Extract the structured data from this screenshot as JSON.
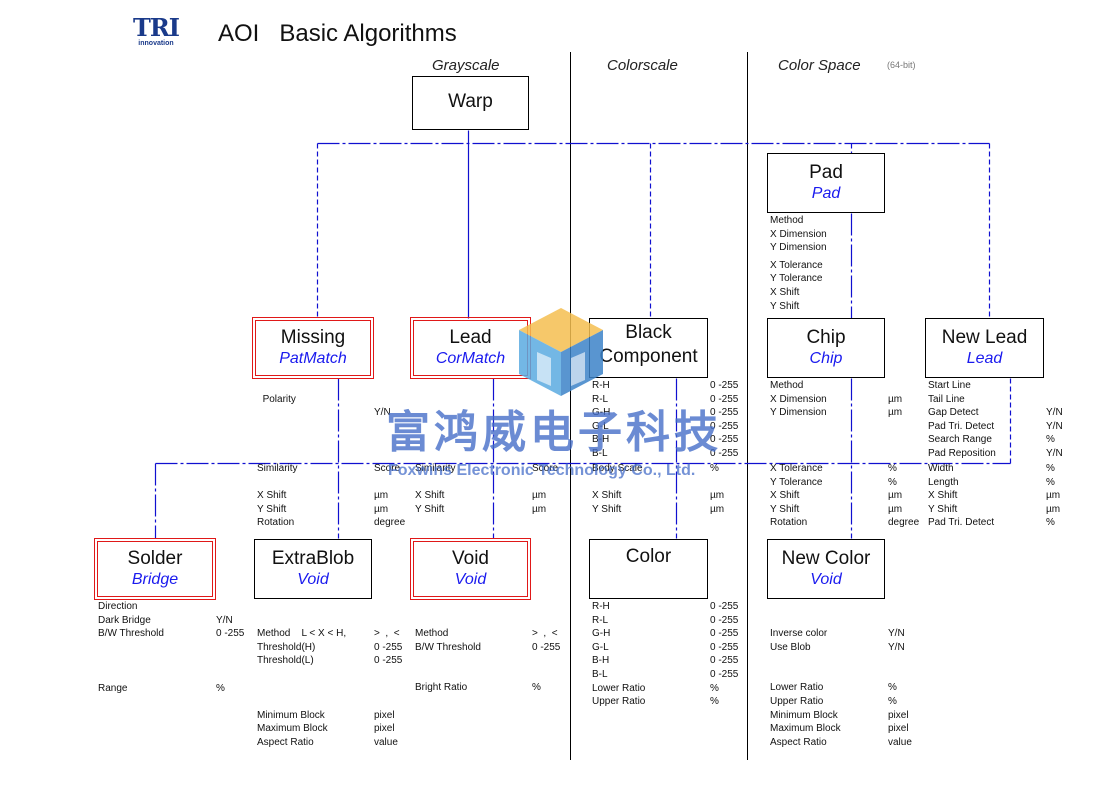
{
  "header": {
    "logo_mark": "TRI",
    "logo_sub": "innovation",
    "title": "AOI   Basic Algorithms"
  },
  "columns": [
    {
      "label": "Grayscale",
      "note": ""
    },
    {
      "label": "Colorscale",
      "note": ""
    },
    {
      "label": "Color Space",
      "note": "(64-bit)"
    }
  ],
  "boxes": {
    "warp": {
      "main": "Warp",
      "sub": ""
    },
    "pad": {
      "main": "Pad",
      "sub": "Pad"
    },
    "missing": {
      "main": "Missing",
      "sub": "PatMatch"
    },
    "lead": {
      "main": "Lead",
      "sub": "CorMatch"
    },
    "black": {
      "main": "Black\nComponent",
      "sub": ""
    },
    "chip": {
      "main": "Chip",
      "sub": "Chip"
    },
    "newlead": {
      "main": "New Lead",
      "sub": "Lead"
    },
    "solder": {
      "main": "Solder",
      "sub": "Bridge"
    },
    "extrablob": {
      "main": "ExtraBlob",
      "sub": "Void"
    },
    "void": {
      "main": "Void",
      "sub": "Void"
    },
    "color": {
      "main": "Color",
      "sub": ""
    },
    "newcolor": {
      "main": "New Color",
      "sub": "Void"
    }
  },
  "params": {
    "pad": [
      "Method",
      "X Dimension",
      "Y Dimension",
      "",
      "X Tolerance",
      "Y Tolerance",
      "X Shift",
      "Y Shift"
    ],
    "missing_top": {
      "label": "Polarity",
      "value": "Y/N"
    },
    "black_channels": [
      {
        "label": "R-H",
        "value": "0 -255"
      },
      {
        "label": "R-L",
        "value": "0 -255"
      },
      {
        "label": "G-H",
        "value": "0 -255"
      },
      {
        "label": "G-L",
        "value": "0 -255"
      },
      {
        "label": "B-H",
        "value": "0 -255"
      },
      {
        "label": "B-L",
        "value": "0 -255"
      }
    ],
    "chip_top": [
      {
        "label": "Method",
        "value": ""
      },
      {
        "label": "X Dimension",
        "value": "µm"
      },
      {
        "label": "Y Dimension",
        "value": "µm"
      }
    ],
    "newlead_top": [
      {
        "label": "Start Line",
        "value": ""
      },
      {
        "label": "Tail Line",
        "value": ""
      },
      {
        "label": "Gap Detect",
        "value": "Y/N"
      },
      {
        "label": "Pad Tri. Detect",
        "value": "Y/N"
      },
      {
        "label": "Search Range",
        "value": "%"
      },
      {
        "label": "Pad Reposition",
        "value": "Y/N"
      }
    ],
    "missing_bottom": [
      {
        "label": "Similarity",
        "value": "Score"
      },
      {
        "label": "",
        "value": ""
      },
      {
        "label": "X Shift",
        "value": "µm"
      },
      {
        "label": "Y Shift",
        "value": "µm"
      },
      {
        "label": "Rotation",
        "value": "degree"
      }
    ],
    "lead_bottom": [
      {
        "label": "Similarity",
        "value": "Score"
      },
      {
        "label": "",
        "value": ""
      },
      {
        "label": "X Shift",
        "value": "µm"
      },
      {
        "label": "Y Shift",
        "value": "µm"
      }
    ],
    "black_bottom": [
      {
        "label": "Body Scale",
        "value": "%"
      },
      {
        "label": "",
        "value": ""
      },
      {
        "label": "X Shift",
        "value": "µm"
      },
      {
        "label": "Y Shift",
        "value": "µm"
      }
    ],
    "chip_bottom": [
      {
        "label": "X Tolerance",
        "value": "%"
      },
      {
        "label": "Y Tolerance",
        "value": "%"
      },
      {
        "label": "X Shift",
        "value": "µm"
      },
      {
        "label": "Y Shift",
        "value": "µm"
      },
      {
        "label": "Rotation",
        "value": "degree"
      }
    ],
    "newlead_bottom": [
      {
        "label": "Width",
        "value": "%"
      },
      {
        "label": "Length",
        "value": "%"
      },
      {
        "label": "X Shift",
        "value": "µm"
      },
      {
        "label": "Y Shift",
        "value": "µm"
      },
      {
        "label": "Pad Tri. Detect",
        "value": "%"
      }
    ],
    "solder": [
      {
        "label": "Direction",
        "value": ""
      },
      {
        "label": "Dark Bridge",
        "value": "Y/N"
      },
      {
        "label": "B/W Threshold",
        "value": "0 -255"
      },
      {
        "label": "",
        "value": ""
      },
      {
        "label": "",
        "value": ""
      },
      {
        "label": "",
        "value": ""
      },
      {
        "label": "Range",
        "value": "%"
      }
    ],
    "extrablob": [
      {
        "label": "Method    L < X < H,",
        "value": ">  ,  <"
      },
      {
        "label": "Threshold(H)",
        "value": "0 -255"
      },
      {
        "label": "Threshold(L)",
        "value": "0 -255"
      },
      {
        "label": "",
        "value": ""
      },
      {
        "label": "",
        "value": ""
      },
      {
        "label": "",
        "value": ""
      },
      {
        "label": "Minimum Block",
        "value": "pixel"
      },
      {
        "label": "Maximum Block",
        "value": "pixel"
      },
      {
        "label": "Aspect Ratio",
        "value": "value"
      }
    ],
    "void": [
      {
        "label": "Method",
        "value": ">  ,  <"
      },
      {
        "label": "B/W Threshold",
        "value": "0 -255"
      },
      {
        "label": "",
        "value": ""
      },
      {
        "label": "",
        "value": ""
      },
      {
        "label": "Bright Ratio",
        "value": "%"
      }
    ],
    "color": [
      {
        "label": "R-H",
        "value": "0 -255"
      },
      {
        "label": "R-L",
        "value": "0 -255"
      },
      {
        "label": "G-H",
        "value": "0 -255"
      },
      {
        "label": "G-L",
        "value": "0 -255"
      },
      {
        "label": "B-H",
        "value": "0 -255"
      },
      {
        "label": "B-L",
        "value": "0 -255"
      },
      {
        "label": "Lower Ratio",
        "value": "%"
      },
      {
        "label": "Upper Ratio",
        "value": "%"
      }
    ],
    "newcolor": [
      {
        "label": "Inverse color",
        "value": "Y/N"
      },
      {
        "label": "Use Blob",
        "value": "Y/N"
      },
      {
        "label": "",
        "value": ""
      },
      {
        "label": "",
        "value": ""
      },
      {
        "label": "Lower Ratio",
        "value": "%"
      },
      {
        "label": "Upper Ratio",
        "value": "%"
      },
      {
        "label": "Minimum Block",
        "value": "pixel"
      },
      {
        "label": "Maximum Block",
        "value": "pixel"
      },
      {
        "label": "Aspect Ratio",
        "value": "value"
      }
    ]
  },
  "watermark": {
    "chinese": "富鸿威电子科技",
    "english": "Foxwins Electronic Technology Co., Ltd."
  },
  "colors": {
    "connector": "#1010d0",
    "highlight_border": "#e01818",
    "sub_label": "#1a1aee",
    "logo": "#1a3a8a"
  }
}
